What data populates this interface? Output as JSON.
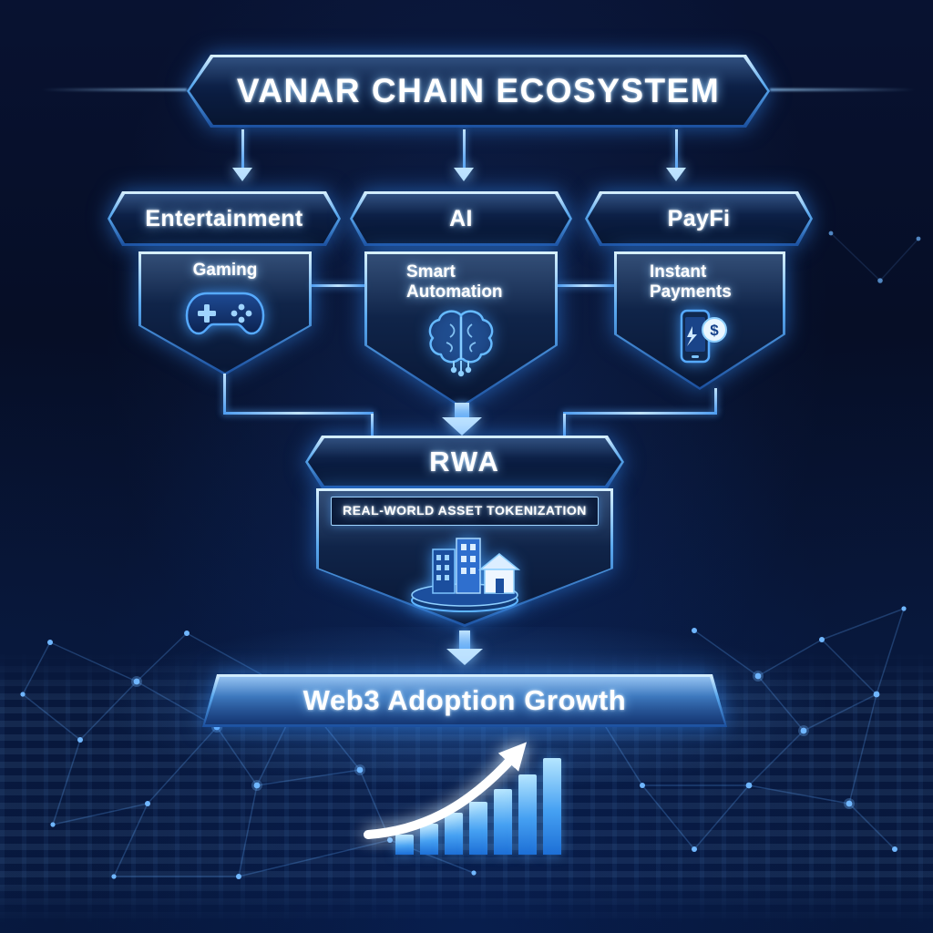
{
  "title": {
    "label": "VANAR CHAIN ECOSYSTEM"
  },
  "branches": [
    {
      "label": "Entertainment",
      "sublabel": "Gaming",
      "icon": "gamepad-icon"
    },
    {
      "label": "AI",
      "sublabel": "Smart Automation",
      "icon": "brain-icon"
    },
    {
      "label": "PayFi",
      "sublabel": "Instant Payments",
      "icon": "mobile-payment-icon"
    }
  ],
  "rwa": {
    "label": "RWA",
    "sublabel": "REAL-WORLD ASSET TOKENIZATION",
    "icon": "asset-tokenization-icon"
  },
  "outcome": {
    "label": "Web3 Adoption Growth",
    "icon": "growth-chart-icon"
  },
  "colors": {
    "background": "#060e26",
    "panel": "#0a1c40",
    "accent": "#3fa9ff",
    "glow": "#8fd4ff",
    "text": "#ffffff"
  }
}
